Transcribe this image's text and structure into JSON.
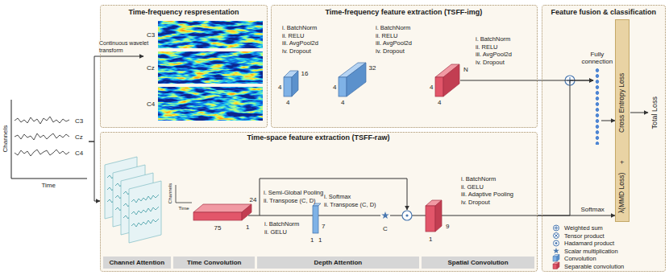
{
  "diagram": {
    "nodes": [
      {
        "text": [
          "Channels",
          "Time",
          "C3",
          "Cz",
          "C4"
        ]
      },
      {
        "text": [
          "Time-frequency respresentation"
        ]
      },
      {
        "text": [
          "C3",
          "Cz",
          "C4"
        ],
        "in": 1
      },
      {
        "text": [
          "Time-frequency feature extraction (TSFF-img)"
        ]
      },
      {
        "text": [
          "Feature fusion & classification"
        ]
      },
      {
        "text": [
          "Fully connection"
        ],
        "in": 4
      },
      {
        "text": [
          "λ(MMD Loss)",
          "+",
          "Cross Entropy Loss"
        ],
        "in": 4
      },
      {
        "text": [
          "Time-space feature extraction (TSFF-raw)"
        ]
      },
      {
        "text": [
          "Channel Attention"
        ],
        "in": 7
      },
      {
        "text": [
          "Time Convolution"
        ],
        "in": 7
      },
      {
        "text": [
          "Depth Attention"
        ],
        "in": 7
      },
      {
        "text": [
          "Spatial Convolution"
        ],
        "in": 7
      }
    ],
    "edges": [
      {
        "from": 0,
        "to": 2,
        "arrow": "to",
        "label": "Continuous wavelet transform"
      },
      {
        "from": 0,
        "to": 7,
        "arrow": "to"
      },
      {
        "from": 3,
        "to": 5,
        "arrow": "to"
      },
      {
        "from": 7,
        "to": 5,
        "arrow": "to"
      },
      {
        "from": 7,
        "to": 6,
        "arrow": "to",
        "label": "Softmax"
      },
      {
        "from": 5,
        "to": 6,
        "arrow": "to"
      }
    ],
    "labels": [
      "4",
      "4",
      "16",
      "i. BatchNorm ii. RELU iii. AvgPool2d iv. Dropout",
      "4",
      "4",
      "32",
      "i. BatchNorm ii. RELU iii. AvgPool2d iv. Dropout",
      "4",
      "4",
      "N",
      "i. BatchNorm ii. RELU iii. AvgPool2d iv. Dropout",
      "Channels",
      "Time",
      "75",
      "1",
      "24",
      "i. Semi-Global Pooling ii. Transpose (C, D)",
      "i. BatchNorm ii. GELU",
      "7",
      "1",
      "1",
      "i. Softmax ii. Transpose (C, D)",
      "C",
      "1",
      "9",
      "i. BatchNorm ii. GELU iii. Adaptive Pooling iv. Dropout",
      "Total Loss"
    ],
    "legend": [
      {
        "text": "Weighted sum"
      },
      {
        "text": "Tensor product"
      },
      {
        "text": "Hadamard product"
      },
      {
        "text": "Scalar multiplication"
      },
      {
        "text": "Convolution"
      },
      {
        "text": "Separable convolution"
      }
    ]
  }
}
